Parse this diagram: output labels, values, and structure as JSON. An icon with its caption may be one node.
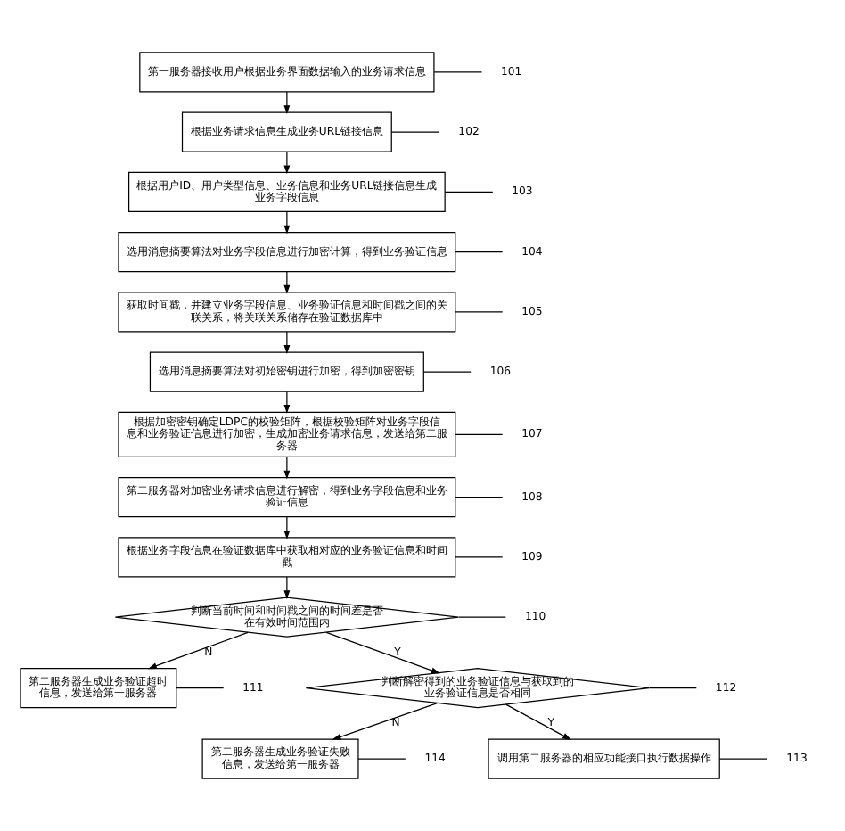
{
  "diagram": {
    "nodes": [
      {
        "text": [
          "第一服务器接收用户根据业务界面数据输入的业务请求信息"
        ]
      },
      {
        "text": [
          "根据业务请求信息生成业务URL链接信息"
        ]
      },
      {
        "text": [
          "根据用户ID、用户类型信息、业务信息和业务URL链接信息生成业务字段信息"
        ]
      },
      {
        "text": [
          "选用消息摘要算法对业务字段信息进行加密计算，得到业务验证信息"
        ]
      },
      {
        "text": [
          "获取时间戳，并建立业务字段信息、业务验证信息和时间戳之间的关联关系，将关联关系储存在验证数据库中"
        ]
      },
      {
        "text": [
          "选用消息摘要算法对初始密钥进行加密，得到加密密钥"
        ]
      },
      {
        "text": [
          "根据加密密钥确定LDPC的校验矩阵，根据校验矩阵对业务字段信息和业务验证信息进行加密，生成加密业务请求信息，发送给第二服务器"
        ]
      },
      {
        "text": [
          "第二服务器对加密业务请求信息进行解密，得到业务字段信息和业务验证信息"
        ]
      },
      {
        "text": [
          "根据业务字段信息在验证数据库中获取相对应的业务验证信息和时间戳"
        ]
      },
      {
        "text": [
          "判断当前时间和时间戳之间的时间差是否在有效时间范围内"
        ]
      },
      {
        "text": [
          "第二服务器生成业务验证超时信息，发送给第一服务器"
        ]
      },
      {
        "text": [
          "判断解密得到的业务验证信息与获取到的业务验证信息是否相同"
        ]
      },
      {
        "text": [
          "第二服务器生成业务验证失败信息，发送给第一服务器"
        ]
      },
      {
        "text": [
          "调用第二服务器的相应功能接口执行数据操作"
        ]
      },
      {
        "text": [
          "101"
        ]
      },
      {
        "text": [
          "102"
        ]
      },
      {
        "text": [
          "103"
        ]
      },
      {
        "text": [
          "104"
        ]
      },
      {
        "text": [
          "105"
        ]
      },
      {
        "text": [
          "106"
        ]
      },
      {
        "text": [
          "107"
        ]
      },
      {
        "text": [
          "108"
        ]
      },
      {
        "text": [
          "109"
        ]
      },
      {
        "text": [
          "110"
        ]
      },
      {
        "text": [
          "111"
        ]
      },
      {
        "text": [
          "112"
        ]
      },
      {
        "text": [
          "114"
        ]
      },
      {
        "text": [
          "113"
        ]
      }
    ],
    "edges": [
      {
        "from": 0,
        "to": 1,
        "arrow": "to"
      },
      {
        "from": 1,
        "to": 2,
        "arrow": "to"
      },
      {
        "from": 2,
        "to": 3,
        "arrow": "to"
      },
      {
        "from": 3,
        "to": 4,
        "arrow": "to"
      },
      {
        "from": 4,
        "to": 5,
        "arrow": "to"
      },
      {
        "from": 5,
        "to": 6,
        "arrow": "to"
      },
      {
        "from": 6,
        "to": 7,
        "arrow": "to"
      },
      {
        "from": 7,
        "to": 8,
        "arrow": "to"
      },
      {
        "from": 8,
        "to": 9,
        "arrow": "to"
      },
      {
        "from": 9,
        "to": 10,
        "arrow": "to",
        "label": "N"
      },
      {
        "from": 9,
        "to": 11,
        "arrow": "to",
        "label": "Y"
      },
      {
        "from": 11,
        "to": 12,
        "arrow": "to",
        "label": "N"
      },
      {
        "from": 11,
        "to": 13,
        "arrow": "to",
        "label": "Y"
      },
      {
        "from": 14,
        "to": 0,
        "arrow": "none"
      },
      {
        "from": 15,
        "to": 1,
        "arrow": "none"
      },
      {
        "from": 16,
        "to": 2,
        "arrow": "none"
      },
      {
        "from": 17,
        "to": 3,
        "arrow": "none"
      },
      {
        "from": 18,
        "to": 4,
        "arrow": "none"
      },
      {
        "from": 19,
        "to": 5,
        "arrow": "none"
      },
      {
        "from": 20,
        "to": 6,
        "arrow": "none"
      },
      {
        "from": 21,
        "to": 7,
        "arrow": "none"
      },
      {
        "from": 22,
        "to": 8,
        "arrow": "none"
      },
      {
        "from": 23,
        "to": 9,
        "arrow": "none"
      },
      {
        "from": 24,
        "to": 10,
        "arrow": "none"
      },
      {
        "from": 25,
        "to": 11,
        "arrow": "none"
      },
      {
        "from": 26,
        "to": 12,
        "arrow": "none"
      },
      {
        "from": 27,
        "to": 13,
        "arrow": "none"
      }
    ]
  }
}
